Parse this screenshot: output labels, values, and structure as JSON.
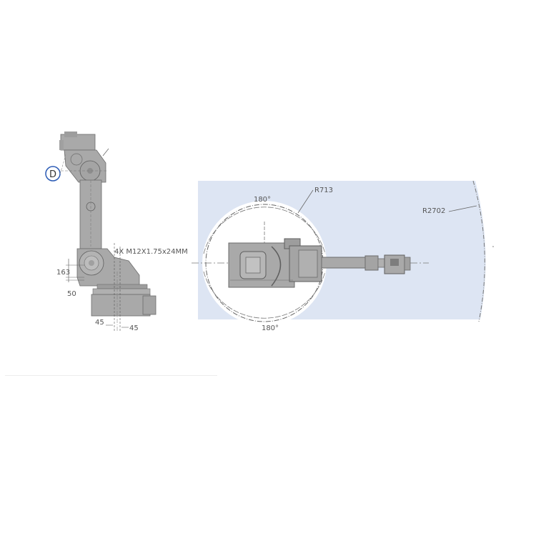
{
  "side_view": {
    "detail_marker": "D",
    "bolt_spec": "4X M12X1.75x24MM",
    "dim_vertical_upper": "163",
    "dim_vertical_lower": "50",
    "dim_horizontal_left": "45",
    "dim_horizontal_right": "45"
  },
  "top_view": {
    "inner_radius": "R713",
    "outer_radius": "R2702",
    "angle_top": "180°",
    "angle_bottom": "180°"
  },
  "colors": {
    "work_envelope_fill": "#dde5f3",
    "robot_body": "#a9a9a9",
    "robot_outline": "#6b6b6b",
    "detail_circle": "#2b5bb5",
    "dim_text": "#555555"
  }
}
